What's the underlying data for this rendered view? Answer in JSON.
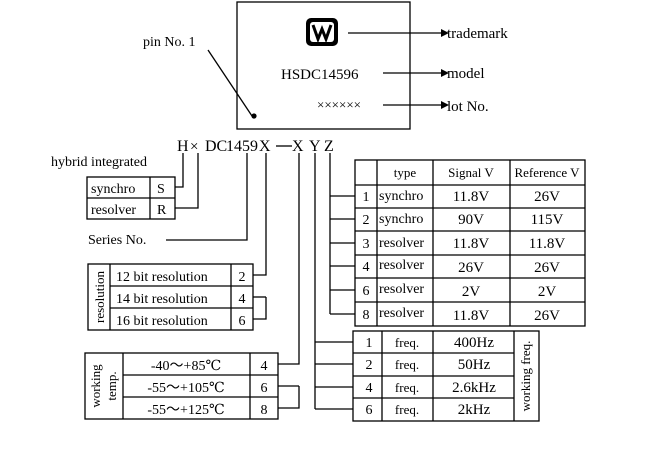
{
  "chip": {
    "pin_label": "pin No. 1",
    "model": "HSDC14596",
    "lot": "××××××",
    "labels": {
      "trademark": "trademark",
      "model": "model",
      "lot": "lot No."
    }
  },
  "code": {
    "chars": [
      "H",
      "×",
      "DC",
      "1459",
      "X",
      "—",
      "X",
      "Y",
      "Z"
    ],
    "hybrid_label": "hybrid integrated",
    "series_label": "Series No."
  },
  "type_box": {
    "rows": [
      {
        "name": "synchro",
        "code": "S"
      },
      {
        "name": "resolver",
        "code": "R"
      }
    ]
  },
  "resolution": {
    "side_label": "resolution",
    "rows": [
      {
        "label": "12 bit resolution",
        "code": "2"
      },
      {
        "label": "14 bit resolution",
        "code": "4"
      },
      {
        "label": "16 bit resolution",
        "code": "6"
      }
    ]
  },
  "temperature": {
    "side_label_1": "working",
    "side_label_2": "temp.",
    "rows": [
      {
        "range": "-40～+85℃",
        "code": "4"
      },
      {
        "range": "-55～+105℃",
        "code": "6"
      },
      {
        "range": "-55～+125℃",
        "code": "8"
      }
    ]
  },
  "signal_table": {
    "headers": [
      "type",
      "Signal V",
      "Reference V"
    ],
    "rows": [
      {
        "code": "1",
        "type": "synchro",
        "signal": "11.8V",
        "reference": "26V"
      },
      {
        "code": "2",
        "type": "synchro",
        "signal": "90V",
        "reference": "115V"
      },
      {
        "code": "3",
        "type": "resolver",
        "signal": "11.8V",
        "reference": "11.8V"
      },
      {
        "code": "4",
        "type": "resolver",
        "signal": "26V",
        "reference": "26V"
      },
      {
        "code": "6",
        "type": "resolver",
        "signal": "2V",
        "reference": "2V"
      },
      {
        "code": "8",
        "type": "resolver",
        "signal": "11.8V",
        "reference": "26V"
      }
    ]
  },
  "freq_table": {
    "side_label": "working freq.",
    "rows": [
      {
        "code": "1",
        "label": "freq.",
        "value": "400Hz"
      },
      {
        "code": "2",
        "label": "freq.",
        "value": "50Hz"
      },
      {
        "code": "4",
        "label": "freq.",
        "value": "2.6kHz"
      },
      {
        "code": "6",
        "label": "freq.",
        "value": "2kHz"
      }
    ]
  }
}
